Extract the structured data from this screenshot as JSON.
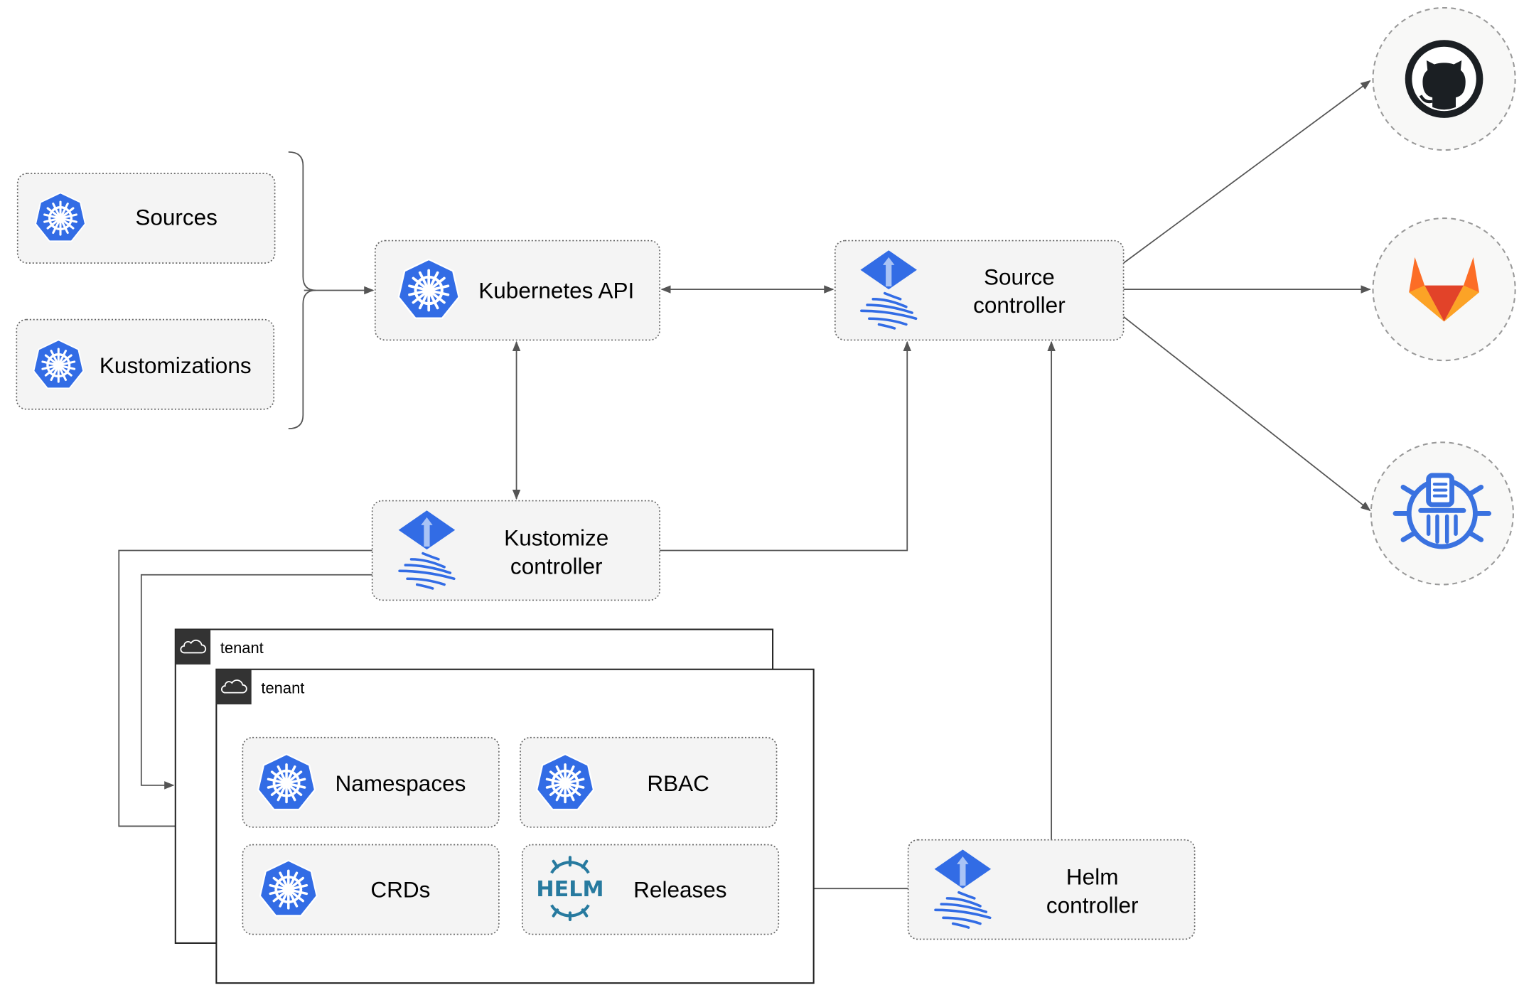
{
  "nodes": {
    "sources": "Sources",
    "kustomizations": "Kustomizations",
    "kubernetes_api": "Kubernetes API",
    "source_controller": [
      "Source",
      "controller"
    ],
    "kustomize_controller": [
      "Kustomize",
      "controller"
    ],
    "helm_controller": [
      "Helm",
      "controller"
    ],
    "namespaces": "Namespaces",
    "rbac": "RBAC",
    "crds": "CRDs",
    "releases": "Releases"
  },
  "tenants": [
    "tenant",
    "tenant"
  ],
  "helm_logo": "HELM",
  "external_sources": [
    "github-icon",
    "gitlab-icon",
    "bucket-icon"
  ],
  "colors": {
    "k8s_blue": "#326ce5",
    "box_fill": "#f4f4f4",
    "tenant_header": "#333333",
    "helm": "#277a9f"
  }
}
